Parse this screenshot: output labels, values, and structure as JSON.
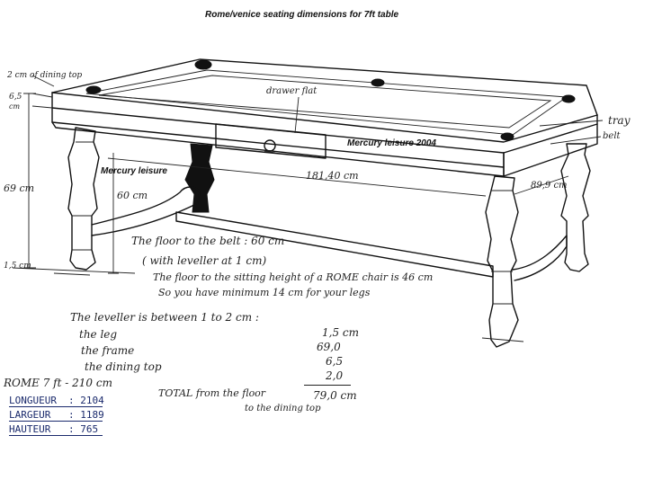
{
  "header": {
    "title": "Rome/venice seating dimensions for 7ft table"
  },
  "labels": {
    "dining_top": "2 cm of dining top",
    "dim_65": "6,5",
    "dim_65_unit": "cm",
    "drawer_flat": "drawer flat",
    "tray": "tray",
    "belt": "belt",
    "mercury_2004": "Mercury leisure 2004",
    "mercury": "Mercury leisure",
    "dim_69": "69 cm",
    "dim_60": "60 cm",
    "dim_181": "181,40 cm",
    "dim_899": "89,9 cm",
    "dim_15": "1,5 cm"
  },
  "notes": {
    "line1": "The floor to the belt : 60 cm",
    "line2": "( with leveller at 1 cm)",
    "line3": "The floor to the sitting height of a ROME chair is 46 cm",
    "line4": "So you have minimum 14 cm for your legs",
    "line5": "The leveller is between 1 to 2 cm :"
  },
  "breakdown": {
    "rows": [
      {
        "label": "the leg",
        "value": "1,5 cm"
      },
      {
        "label": "the frame",
        "value": "69,0"
      },
      {
        "label": "the dining top",
        "value": "6,5"
      },
      {
        "label": "",
        "value": "2,0"
      }
    ],
    "total_label": "TOTAL from the floor",
    "total_label2": "to the dining top",
    "total_value": "79,0 cm"
  },
  "spec": {
    "title": "ROME 7 ft - 210 cm",
    "rows": [
      {
        "label": "LONGUEUR",
        "value": ": 2104"
      },
      {
        "label": "LARGEUR",
        "value": ": 1189"
      },
      {
        "label": "HAUTEUR",
        "value": ": 765"
      }
    ]
  }
}
